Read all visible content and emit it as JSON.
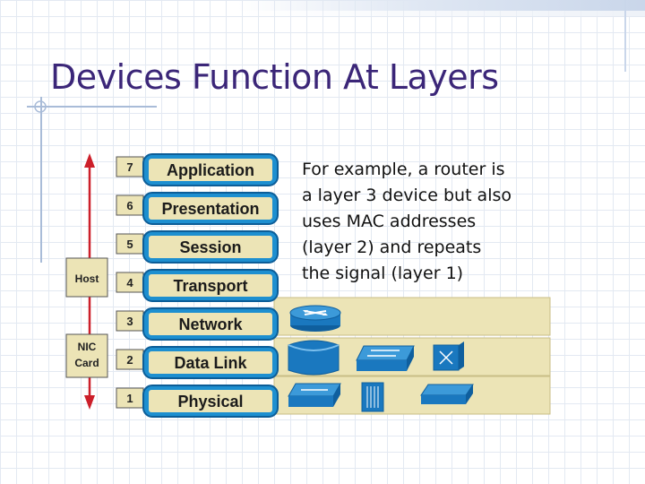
{
  "slide": {
    "title": "Devices Function At Layers",
    "description_lines": [
      "For example, a router is",
      "a layer 3 device but also",
      "uses MAC addresses",
      "(layer 2) and repeats",
      "the signal (layer 1)"
    ]
  },
  "osi_layers": [
    {
      "number": "7",
      "name": "Application"
    },
    {
      "number": "6",
      "name": "Presentation"
    },
    {
      "number": "5",
      "name": "Session"
    },
    {
      "number": "4",
      "name": "Transport"
    },
    {
      "number": "3",
      "name": "Network"
    },
    {
      "number": "2",
      "name": "Data Link"
    },
    {
      "number": "1",
      "name": "Physical"
    }
  ],
  "side_labels": {
    "host": "Host",
    "nic_line1": "NIC",
    "nic_line2": "Card"
  },
  "device_rows": [
    {
      "layer": "3",
      "devices": [
        "router-icon"
      ]
    },
    {
      "layer": "2",
      "devices": [
        "bridge-icon",
        "switch-icon",
        "atm-switch-icon"
      ]
    },
    {
      "layer": "1",
      "devices": [
        "hub-icon",
        "repeater-icon",
        "transceiver-icon"
      ]
    }
  ],
  "colors": {
    "title": "#3b2678",
    "layer_box": "#1d8fd0",
    "layer_box_border": "#0c5d97",
    "device_band": "#ece4b6",
    "arrow": "#cc1f2a",
    "device_blue": "#1a78bf"
  }
}
